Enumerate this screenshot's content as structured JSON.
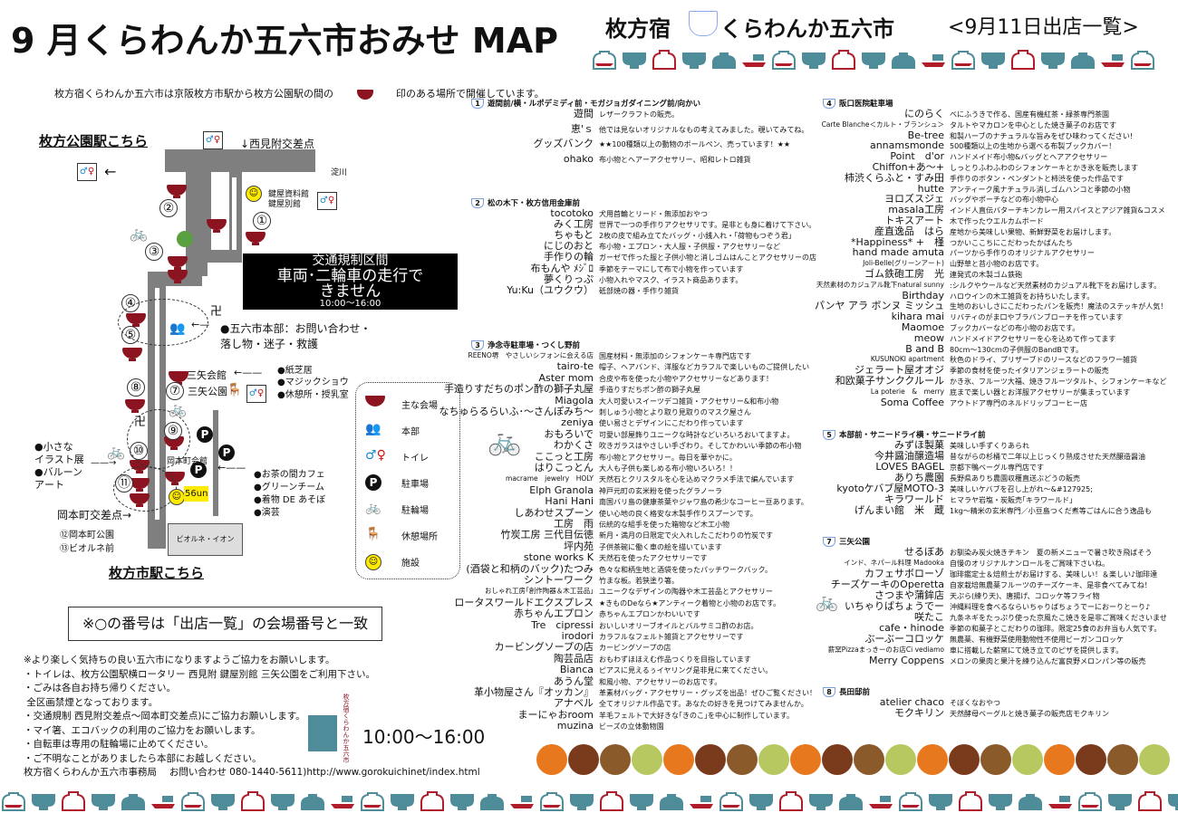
{
  "header": {
    "title": "9 月くらわんか五六市おみせ MAP",
    "brand_left": "枚方宿",
    "brand_right": "くらわんか五六市",
    "list_title": "<9月11日出店一覧>",
    "intro_before": "枚方宿くらわんか五六市は京阪枚方市駅から枚方公園駅の間の",
    "intro_after": "印のある場所で開催しています。"
  },
  "colors": {
    "bowl_red": "#8b1420",
    "teal": "#4f8c99",
    "pattern_red": "#b01c2a"
  },
  "map": {
    "north_station": "枚方公園駅こちら",
    "south_station": "枚方市駅こちら",
    "nishimitsuke": "↓西見附交差点",
    "yodogawa": "淀川",
    "kagiya": [
      "鍵屋資料館",
      "鍵屋別館"
    ],
    "traffic": {
      "line1": "交通規制区間",
      "line2": "車両･二輪車の走行で",
      "line3": "きません",
      "time": "10:00～16:00"
    },
    "hq": {
      "line1": "●五六市本部：お問い合わせ・",
      "line2": "落し物・迷子・救護"
    },
    "mitsuya_kaikan": "三矢会館",
    "mitsuya_koen": "三矢公園",
    "mitsuya_events": [
      "●紙芝居",
      "●マジックショウ",
      "●休憩所・授乳室"
    ],
    "left_events": [
      "●小さな",
      "イラスト展",
      "●バルーン",
      "アート"
    ],
    "okamoto_kaikan": "岡本町会館",
    "okamoto_events": [
      "●お茶の間カフェ",
      "●グリーンチーム",
      "●着物 DE あそぼ",
      "●演芸"
    ],
    "okamoto_crossing": "岡本町交差点→",
    "extra_venues": [
      "⑫岡本町公園",
      "⑬ビオルネ前"
    ],
    "biorne": "ビオルネ・イオン",
    "shop_56un": "56un",
    "numbers": [
      "①",
      "②",
      "③",
      "④",
      "⑤",
      "⑦",
      "⑧",
      "⑨",
      "⑩",
      "⑪"
    ],
    "manji": "卍"
  },
  "legend": [
    {
      "icon": "bowl-icon",
      "label": "主な会場"
    },
    {
      "icon": "headquarters-icon",
      "label": "本部"
    },
    {
      "icon": "toilet-icon",
      "label": "トイレ"
    },
    {
      "icon": "parking-icon",
      "label": "駐車場"
    },
    {
      "icon": "bicycle-icon",
      "label": "駐輪場"
    },
    {
      "icon": "chair-icon",
      "label": "休憩場所"
    },
    {
      "icon": "smiley-icon",
      "label": "施設"
    }
  ],
  "notice_box": "※○の番号は「出店一覧」の会場番号と一致",
  "notes": [
    "※より楽しく気持ちの良い五六市になりますようご協力をお願いします。",
    "・トイレは、枚方公園駅横ロータリー 西見附 鍵屋別館 三矢公園をご利用下さい。",
    "・ごみは各自お持ち帰りください。",
    " 全区画禁煙となっております。",
    "・交通規制 西見附交差点～岡本町交差点)にご協力お願いします。",
    "・マイ箸、エコバックの利用のご協力をお願いします。",
    "・自転車は専用の駐輪場に止めてください。",
    "・ご不明なことがありましたら本部にお越しください。",
    "枚方宿くらわんか五六市事務局　 お問い合わせ 080-1440-5611)http://www.gorokuichinet/index.html"
  ],
  "logo_text": "枚方宿くらわんか五六市",
  "hours": "10:00～16:00",
  "sections": [
    {
      "no": "1",
      "title": "遊間前/横・ルポデミディ前・モガジョガダイニング前/向かい",
      "shops": [
        {
          "name": "遊間",
          "desc": "レザークラフトの販売。"
        },
        {
          "name": "恵'ｓ",
          "desc": "他では見ないオリジナルなもの考えてみました。覗いてみてね。"
        },
        {
          "name": "グッズバンク",
          "desc": "★★100種類以上の動物のボールペン、売っています！★★"
        },
        {
          "name": "ohako",
          "desc": "布小物とヘアーアクセサリー、昭和レトロ雑貨"
        }
      ]
    },
    {
      "no": "2",
      "title": "松の木下・枚方信用金庫前",
      "shops": [
        {
          "name": "tocotoko",
          "desc": "犬用首輪とリード・無添加おやつ"
        },
        {
          "name": "みく工房",
          "desc": "世界で一つの手作りアクセサリです。是非とも身に着けて下さい。"
        },
        {
          "name": "ちゃもと",
          "desc": "2枚の皮で組み立てたバッグ・小銭入れ・｢荷物もつぞう君｣"
        },
        {
          "name": "にじのおと",
          "desc": "布小物・エプロン・大人服・子供服・アクセサリーなど"
        },
        {
          "name": "手作りの輪",
          "desc": "ガーゼで作った服と子供小物と消しゴムはんことアクセサリーの店"
        },
        {
          "name": "布もんや ﾒｼﾞﾛ",
          "desc": "季節をテーマにして布で小物を作っています"
        },
        {
          "name": "夢くりっぷ",
          "desc": "小物入れやマスク、イラスト商品あります。"
        },
        {
          "name": "Yu:Ku（ユウクウ）",
          "desc": "砥部焼の器・手作り雑貨"
        }
      ]
    },
    {
      "no": "3",
      "title": "浄念寺駐車場・つくし野前",
      "shops": [
        {
          "name": "REENO堺　やさしいシフォンに会える店",
          "desc": "国産材料・無添加のシフォンケーキ専門店です"
        },
        {
          "name": "tairo-te",
          "desc": "帽子、ヘアバンド、洋服などカラフルで楽しいものご提供したい"
        },
        {
          "name": "Aster mom",
          "desc": "合皮や布を使った小物やアクセサリーなどあります！"
        },
        {
          "name": "手造りすだちのポン酢の獅子丸屋",
          "desc": "手造りすだちポン酢の獅子丸屋"
        },
        {
          "name": "Miagola",
          "desc": "大人可愛いスイーツデコ雑貨・アクセサリー&和布小物"
        },
        {
          "name": "なちゅらるらいふ･～さんぽみち～",
          "desc": "刺しゅう小物とより取り見取りのマスク屋さん"
        },
        {
          "name": "zeniya",
          "desc": "使い易さとデザインにこだわり作っています"
        },
        {
          "name": "おもろいで",
          "desc": "可愛い部屋飾りユニークな時計などいろいろおいてますよ。"
        },
        {
          "name": "わかくさ",
          "desc": "吹きガラスはやさしい手ざわり。そしてかわいい季節の布小物"
        },
        {
          "name": "ここっと工房",
          "desc": "布小物とアクセサリー。毎日を華やかに。"
        },
        {
          "name": "はりこっとん",
          "desc": "大人も子供も楽しめる布小物いろいろ！！"
        },
        {
          "name": "macrame　jewelry　HOLY",
          "desc": "天然石とクリスタルを心を込めマクラメ手法で編んでいます"
        },
        {
          "name": "Elph Granola",
          "desc": "神戸元町の玄米粉を使ったグラノーラ"
        },
        {
          "name": "Hani Hani",
          "desc": "南国バリ島の健康茶葉やジャワ島の希少なコーヒー豆あります。"
        },
        {
          "name": "しあわせスプーン",
          "desc": "使い心地の良く格安な木製手作りスプーンです。"
        },
        {
          "name": "工房　雨",
          "desc": "伝統的な組手を使った箱物など木工小物"
        },
        {
          "name": "竹炭工房 三代目伝徳",
          "desc": "新月・満月の日限定で火入れしたこだわりの竹炭です"
        },
        {
          "name": "坪内苑",
          "desc": "子供茶碗に働く車の絵を描いています"
        },
        {
          "name": "stone works K",
          "desc": "天然石を使ったアクセサリーです"
        },
        {
          "name": "(酒袋と和柄のバック)たつみ",
          "desc": "色々な和柄生地と酒袋を使ったパッチワークバック。"
        },
        {
          "name": "シントーワーク",
          "desc": "竹まな板。若狭塗り箸。"
        },
        {
          "name": "おしゃれ工房｢創作陶器＆木工芸品｣",
          "desc": "ユニークなデザインの陶器や木工芸品とアクセサリー"
        },
        {
          "name": "ロータスワールドエクスプレス",
          "desc": "★きものDeなら★アンティーク着物と小物のお店です。"
        },
        {
          "name": "赤ちゃんエプロン",
          "desc": "赤ちゃんエプロンかわいいです"
        },
        {
          "name": "Tre　cipressi",
          "desc": "おいしいオリーブオイルとバルサミコ酢のお店。"
        },
        {
          "name": "irodori",
          "desc": "カラフルなフェルト雑貨とアクセサリーです"
        },
        {
          "name": "カービングソープの店",
          "desc": "カービングソープの店"
        },
        {
          "name": "陶芸品店",
          "desc": "おもわずほほえむ作品つくりを目指しています"
        },
        {
          "name": "Bianca",
          "desc": "ピアスに見えるぅイヤリング是非見に来てください。"
        },
        {
          "name": "あうん堂",
          "desc": "和風小物、アクセサリーのお店です。"
        },
        {
          "name": "革小物屋さん『オッカン』",
          "desc": "革素材バッグ・アクセサリー・グッズを出品！ぜひご覧ください！"
        },
        {
          "name": "アナベル",
          "desc": "全てオリジナル作品です。あなたの好きを見つけてみませんか。"
        },
        {
          "name": "まーにゃおroom",
          "desc": "羊毛フェルトで大好きな｢きのこ｣を中心に制作しています。"
        },
        {
          "name": "muzina",
          "desc": "ビーズの立体動物園"
        }
      ]
    },
    {
      "no": "4",
      "title": "阪口医院駐車場",
      "shops": [
        {
          "name": "にのらく",
          "desc": "べにふうきで作る、国産有機紅茶・緑茶専門茶園"
        },
        {
          "name": "Carte Blanche＜カルト・ブランシュ＞",
          "desc": "タルトやマカロンを中心とした焼き菓子のお店です"
        },
        {
          "name": "Be-tree",
          "desc": "和製ハーブのナチュラルな旨みをぜひ味わってください!"
        },
        {
          "name": "annamsmonde",
          "desc": "500種類以上の生地から選べる布製ブックカバー！"
        },
        {
          "name": "Point　d'or",
          "desc": "ハンドメイド布小物&バッグとヘアアクセサリー"
        },
        {
          "name": "Chiffon+あ～+",
          "desc": "しっとりふわふわのシフォンケーキとかき氷を販売します"
        },
        {
          "name": "柿渋くらふと・すみ田",
          "desc": "手作りのボタン・ペンダントと柿渋を使った作品です"
        },
        {
          "name": "hutte",
          "desc": "アンティーク風ナチュラル消しゴムハンコと季節の小物"
        },
        {
          "name": "ヨロズスジェ",
          "desc": "バッグやポーチなどの布小物中心"
        },
        {
          "name": "masala工房",
          "desc": "インド人直伝バターチキンカレー用スパイスとアジア雑貨&コスメ"
        },
        {
          "name": "トキスアート",
          "desc": "木で作ったウエルカムボード"
        },
        {
          "name": "産直逸品　はら",
          "desc": "産地から美味しい果物、新鮮野菜をお届けします。"
        },
        {
          "name": "*Happiness* +　槿",
          "desc": "つかいここちにこだわったかばんたち"
        },
        {
          "name": "hand made amuta",
          "desc": "パーツから手作りのオリジナルアクセサリー"
        },
        {
          "name": "Joli-Belle(グリーンアート)",
          "desc": "山野草と苔小物のお店です。"
        },
        {
          "name": "ゴム鉄砲工房　光",
          "desc": "連発式の木製ゴム鉄砲"
        },
        {
          "name": "天然素材のカジュアル靴下natural sunny",
          "desc": ":シルクやウールなど天然素材のカジュアル靴下をお届けします。"
        },
        {
          "name": "Birthday",
          "desc": "ハロウインの木工雑貨をお持ちいたします。"
        },
        {
          "name": "パンヤ アラ ボンヌ ミッシュ",
          "desc": "生地のおいしさにこだわったパンを販売！魔法のステッキが人気！"
        },
        {
          "name": "kihara mai",
          "desc": "リバティのがま口やブラバンブローチを作っています"
        },
        {
          "name": "Maomoe",
          "desc": "ブックカバーなどの布小物のお店です。"
        },
        {
          "name": "meow",
          "desc": "ハンドメイドアクセサリーを心を込めて作ってます"
        },
        {
          "name": "B and B",
          "desc": "80cm～130cmの子供服のBandBです。"
        },
        {
          "name": "KUSUNOKI apartment",
          "desc": "秋色のドライ、プリザーブドのリースなどのフラワー雑貨"
        },
        {
          "name": "ジェラート屋オオジ",
          "desc": "季節の食材を使ったイタリアンジェラートの販売"
        },
        {
          "name": "和欧菓子サンククルール",
          "desc": "かき氷、フルーツ大福、焼きフルーツタルト、シフォンケーキなど"
        },
        {
          "name": "La poterie　&　merry",
          "desc": "底まで楽しい器とお洋服アクセサリーが集まっています"
        },
        {
          "name": "Soma Coffee",
          "desc": "アウトドア専門のネルドリップコーヒー店"
        }
      ]
    },
    {
      "no": "5",
      "title": "本部前・サニードライ横・サニードライ前",
      "shops": [
        {
          "name": "みずほ製菓",
          "desc": "美味しい手ずくりあられ"
        },
        {
          "name": "今井醤油醸造場",
          "desc": "昔ながらの杉桶で二年以上じっくり熟成させた天然醸造醤油"
        },
        {
          "name": "LOVES BAGEL",
          "desc": "京都下鴨ベーグル専門店です"
        },
        {
          "name": "ありち農園",
          "desc": "長野県ありち農園収穫直送ぶどうの販売"
        },
        {
          "name": "kyotoケバブ屋MOTO-3",
          "desc": "美味しいケバブを召し上がれ～&#127925;"
        },
        {
          "name": "キラワールド",
          "desc": "ヒマラヤ岩塩・炭販売｢キラワールド｣"
        },
        {
          "name": "げんまい館　米　蔵",
          "desc": "1kg～精米の玄米専門／小豆島つくだ煮等ごはんに合う逸品も"
        }
      ]
    },
    {
      "no": "7",
      "title": "三矢公園",
      "shops": [
        {
          "name": "せるぼあ",
          "desc": "お馴染み炭火焼きチキン　夏の新メニューで暑さ吹き飛ばそう"
        },
        {
          "name": "インド、ネパール料理 Madooka",
          "desc": "自慢のオリジナルナンロールをご賞味下さいね。"
        },
        {
          "name": "カフェサボローゾ",
          "desc": "珈琲鑑定士＆焙煎士がお届けする、美味しい！＆楽しい♪珈琲達"
        },
        {
          "name": "チーズケーキのOperetta",
          "desc": "自家栽培無農薬フルーツのチーズケーキ、是非食べてみてね！"
        },
        {
          "name": "さつまや蒲鉾店",
          "desc": "天ぷら(練り天)、唐揚げ、コロッケ等フライ物"
        },
        {
          "name": "いちゃりばちょうでー",
          "desc": "沖縄料理を食べるならいちゃりばちょうでーにおーりとーり♪"
        },
        {
          "name": "咲たこ",
          "desc": "九条ネギをたっぷり使った京風たこ焼きを是非ご賞味くださいませ"
        },
        {
          "name": "cafe・hinode",
          "desc": "季節の和菓子とこだわりの珈琲。限定25食のお弁当も人気です。"
        },
        {
          "name": "ぶーぶーコロッケ",
          "desc": "無農薬、有機野菜使用動物性不使用ビーガンコロッケ"
        },
        {
          "name": "薪窯Pizzaまっきーのお店Ci vediamo",
          "desc": "車に搭載した薪窯にて焼き立てのピザを提供します。"
        },
        {
          "name": "Merry Coppens",
          "desc": "メロンの果肉と果汁を練り込んだ富良野メロンパン等の販売"
        }
      ]
    },
    {
      "no": "8",
      "title": "長田邸前",
      "shops": [
        {
          "name": "atelier chaco",
          "desc": "そぼくなおやつ"
        },
        {
          "name": "モクキリン",
          "desc": "天然酵母ベーグルと焼き菓子の販売店モクキリン"
        }
      ]
    }
  ]
}
